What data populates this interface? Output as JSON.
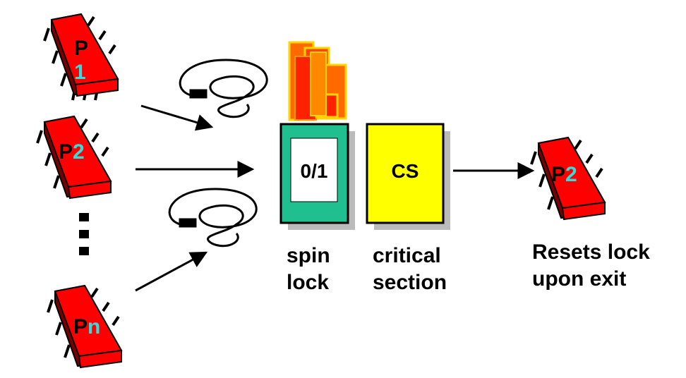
{
  "processors": [
    {
      "letter": "P",
      "sub": "1"
    },
    {
      "letter": "P",
      "sub": "2"
    },
    {
      "letter": "P",
      "sub": "n"
    }
  ],
  "ellipsis": "⋮",
  "lock": {
    "value": "0/1",
    "caption_line1": "spin",
    "caption_line2": "lock"
  },
  "critical_section": {
    "label": "CS",
    "caption_line1": "critical",
    "caption_line2": "section"
  },
  "output_processor": {
    "letter": "P",
    "sub": "2"
  },
  "output_caption": {
    "line1": "Resets lock",
    "line2": "upon exit"
  },
  "colors": {
    "chip_red": "#ff0000",
    "chip_dark": "#7a0000",
    "chip_letter": "#000000",
    "chip_sub": "#33dddd",
    "lock_green": "#1fbf8f",
    "cs_yellow": "#ffff00",
    "shadow": "#bbbbbb",
    "flame_orange": "#ff6a00",
    "flame_yellow": "#ffd400"
  }
}
